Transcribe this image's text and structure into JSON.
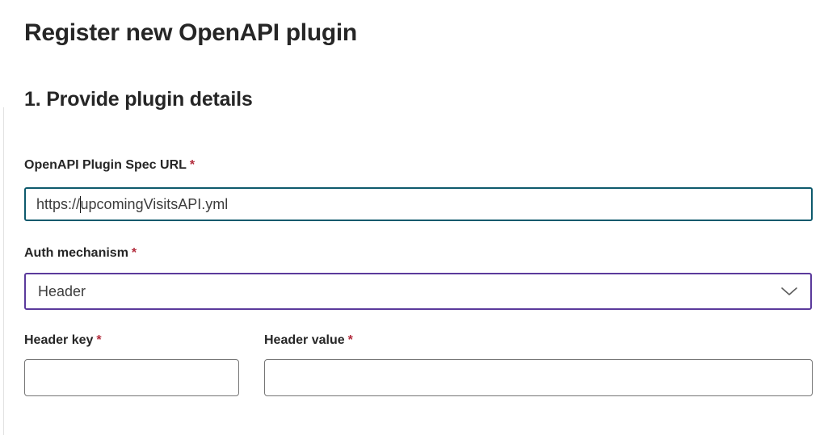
{
  "dialog": {
    "title": "Register new OpenAPI plugin",
    "step_heading": "1. Provide plugin details"
  },
  "form": {
    "required_marker": "*",
    "spec_url": {
      "label": "OpenAPI Plugin Spec URL",
      "value": "https://upcomingVisitsAPI.yml",
      "value_before_caret": "https://",
      "value_after_caret": "upcomingVisitsAPI.yml"
    },
    "auth_mechanism": {
      "label": "Auth mechanism",
      "selected_option": "Header"
    },
    "header_key": {
      "label": "Header key",
      "value": "",
      "placeholder": ""
    },
    "header_value": {
      "label": "Header value",
      "value": "",
      "placeholder": ""
    }
  },
  "icons": {
    "auth_dropdown": "chevron-down"
  },
  "colors": {
    "title_text": "#262626",
    "value_text": "#3d3d3d",
    "required_asterisk": "#b22b3c",
    "focused_input_border": "#0e5a6d",
    "dropdown_border": "#5b3a9c",
    "plain_input_border": "#767676",
    "chevron": "#5c5c5c",
    "left_track_line": "#e2e2e2"
  }
}
